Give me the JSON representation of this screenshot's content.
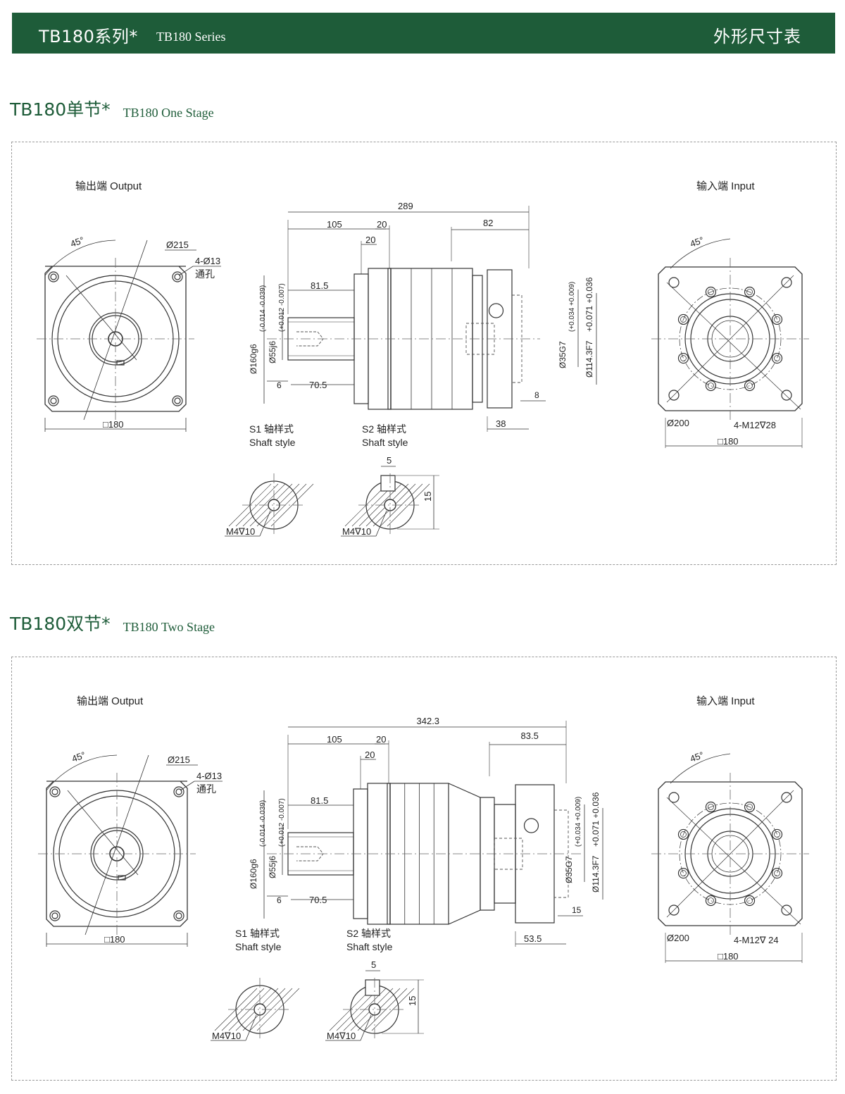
{
  "header": {
    "series_cn": "TB180系列*",
    "series_en": "TB180 Series",
    "right_title": "外形尺寸表"
  },
  "sections": [
    {
      "title_cn": "TB180单节*",
      "title_en": "TB180 One Stage",
      "output_label": "输出端  Output",
      "input_label": "输入端  Input",
      "dims": {
        "angle": "45°",
        "pcd_out": "Ø215",
        "holes": "4-Ø13",
        "holes_note": "通孔",
        "square_out": "□180",
        "total": "289",
        "d105": "105",
        "d20a": "20",
        "d20b": "20",
        "d82": "82",
        "d81_5": "81.5",
        "d6": "6",
        "d70_5": "70.5",
        "d8": "8",
        "d38": "38",
        "dia160": "Ø160g6",
        "dia160_tol": "(-0.014 -0.039)",
        "dia55": "Ø55j6",
        "dia55_tol": "(+0.012 -0.007)",
        "dia35": "Ø35G7",
        "dia35_tol": "(+0.034 +0.009)",
        "dia114": "Ø114.3F7",
        "dia114_tol": "+0.071 +0.036",
        "pcd_in": "Ø200",
        "thread_in": "4-M12∇28",
        "square_in": "□180",
        "s1_cn": "S1 轴样式",
        "s1_en": "Shaft style",
        "s2_cn": "S2 轴样式",
        "s2_en": "Shaft style",
        "key_w": "5",
        "key_h": "15",
        "tap1": "M4∇10",
        "tap2": "M4∇10"
      }
    },
    {
      "title_cn": "TB180双节*",
      "title_en": "TB180 Two Stage",
      "output_label": "输出端  Output",
      "input_label": "输入端  Input",
      "dims": {
        "angle": "45°",
        "pcd_out": "Ø215",
        "holes": "4-Ø13",
        "holes_note": "通孔",
        "square_out": "□180",
        "total": "342.3",
        "d105": "105",
        "d20a": "20",
        "d20b": "20",
        "d82": "83.5",
        "d81_5": "81.5",
        "d6": "6",
        "d70_5": "70.5",
        "d8": "15",
        "d38": "53.5",
        "dia160": "Ø160g6",
        "dia160_tol": "(-0.014 -0.039)",
        "dia55": "Ø55j6",
        "dia55_tol": "(+0.012 -0.007)",
        "dia35": "Ø35G7",
        "dia35_tol": "(+0.034 +0.009)",
        "dia114": "Ø114.3F7",
        "dia114_tol": "+0.071 +0.036",
        "pcd_in": "Ø200",
        "thread_in": "4-M12∇ 24",
        "square_in": "□180",
        "s1_cn": "S1 轴样式",
        "s1_en": "Shaft style",
        "s2_cn": "S2 轴样式",
        "s2_en": "Shaft style",
        "key_w": "5",
        "key_h": "15",
        "tap1": "M4∇10",
        "tap2": "M4∇10"
      }
    }
  ]
}
